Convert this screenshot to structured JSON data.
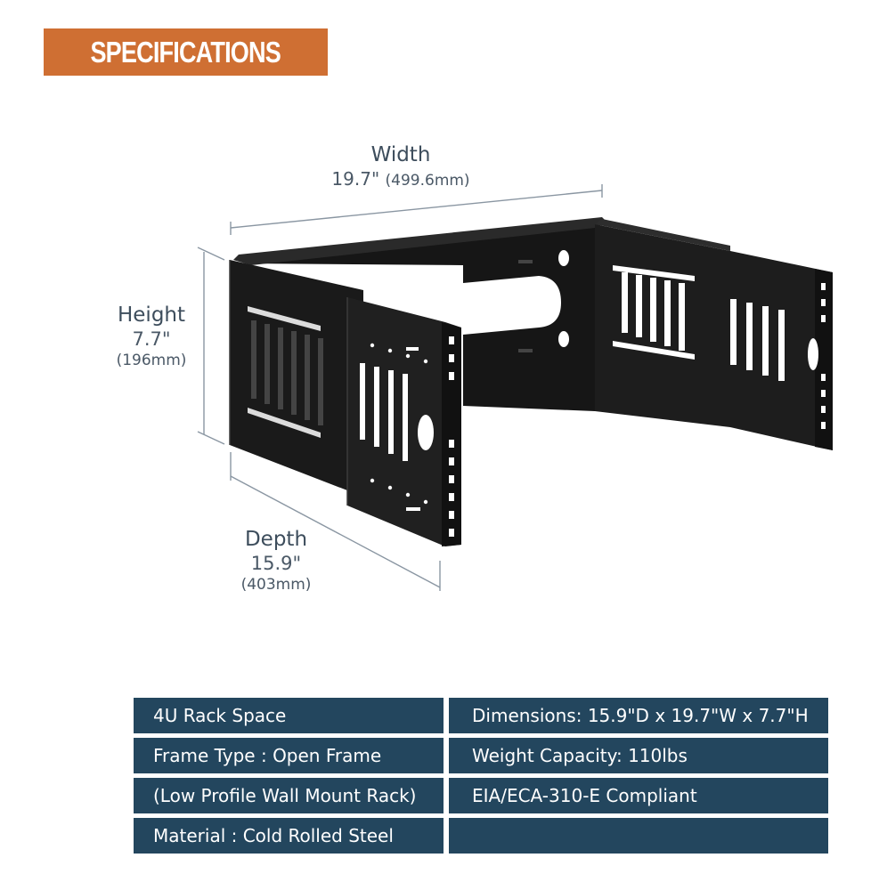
{
  "header": {
    "title": "SPECIFICATIONS"
  },
  "dimensions": {
    "width": {
      "label": "Width",
      "inches": "19.7\"",
      "mm": "(499.6mm)"
    },
    "height": {
      "label": "Height",
      "inches": "7.7\"",
      "mm": "(196mm)"
    },
    "depth": {
      "label": "Depth",
      "inches": "15.9\"",
      "mm": "(403mm)"
    }
  },
  "specs": {
    "rows": [
      {
        "left": "4U Rack Space",
        "right": "Dimensions: 15.9\"D x 19.7\"W x 7.7\"H"
      },
      {
        "left": "Frame Type : Open Frame",
        "right": "Weight Capacity: 110lbs"
      },
      {
        "left": "(Low Profile Wall Mount Rack)",
        "right": "EIA/ECA-310-E Compliant"
      },
      {
        "left": "Material : Cold Rolled Steel",
        "right": ""
      }
    ]
  },
  "colors": {
    "banner": "#cf6f33",
    "table_cell": "#23465e",
    "dimension_text": "#3d4d5c",
    "rack": "#1c1c1c"
  }
}
